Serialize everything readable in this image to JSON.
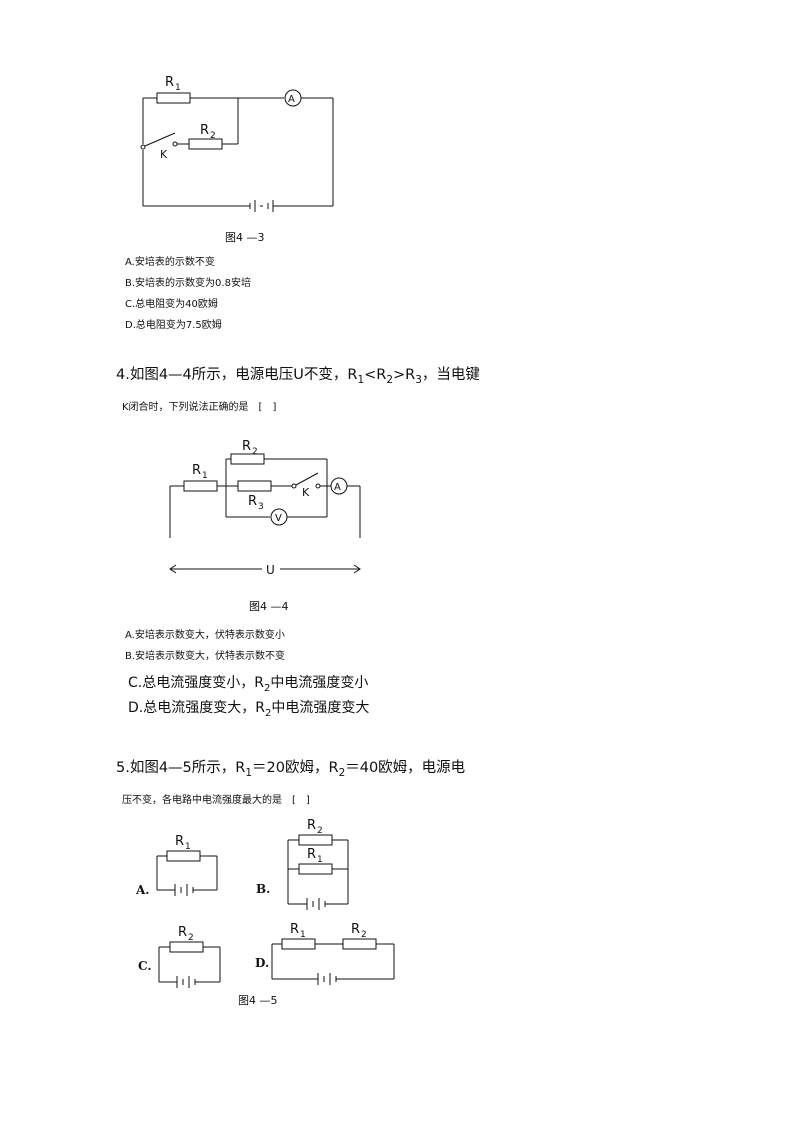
{
  "fig43": {
    "caption": "图4 —3",
    "labels": {
      "r1": "R",
      "r1_sub": "1",
      "r2": "R",
      "r2_sub": "2",
      "k": "K",
      "ammeter": "A"
    }
  },
  "q3_options": [
    "A.安培表的示数不变",
    "B.安培表的示数变为0.8安培",
    "C.总电阻变为40欧姆",
    "D.总电阻变为7.5欧姆"
  ],
  "q4": {
    "line1_prefix": "4.如图4—4所示，电源电压U不变，R",
    "line1_sub1": "1",
    "line1_mid1": "<R",
    "line1_sub2": "2",
    "line1_mid2": ">R",
    "line1_sub3": "3",
    "line1_suffix": "，当电键",
    "line2": "K闭合时，下列说法正确的是　[　]"
  },
  "fig44": {
    "caption": "图4 —4",
    "labels": {
      "r1": "R",
      "r1_sub": "1",
      "r2": "R",
      "r2_sub": "2",
      "r3": "R",
      "r3_sub": "3",
      "k": "K",
      "ammeter": "A",
      "voltmeter": "V",
      "u": "U"
    }
  },
  "q4_options": {
    "a": "A.安培表示数变大，伏特表示数变小",
    "b": "B.安培表示数变大，伏特表示数不变",
    "c_prefix": "C.总电流强度变小，R",
    "c_sub": "2",
    "c_suffix": "中电流强度变小",
    "d_prefix": "D.总电流强度变大，R",
    "d_sub": "2",
    "d_suffix": "中电流强度变大"
  },
  "q5": {
    "line1_prefix": "5.如图4—5所示，R",
    "line1_sub1": "1",
    "line1_mid": "＝20欧姆，R",
    "line1_sub2": "2",
    "line1_suffix": "＝40欧姆，电源电",
    "line2": "压不变，各电路中电流强度最大的是　[　]"
  },
  "fig45": {
    "caption": "图4 —5",
    "labels": {
      "a": "A.",
      "b": "B.",
      "c": "C.",
      "d": "D.",
      "r": "R",
      "sub1": "1",
      "sub2": "2"
    }
  }
}
